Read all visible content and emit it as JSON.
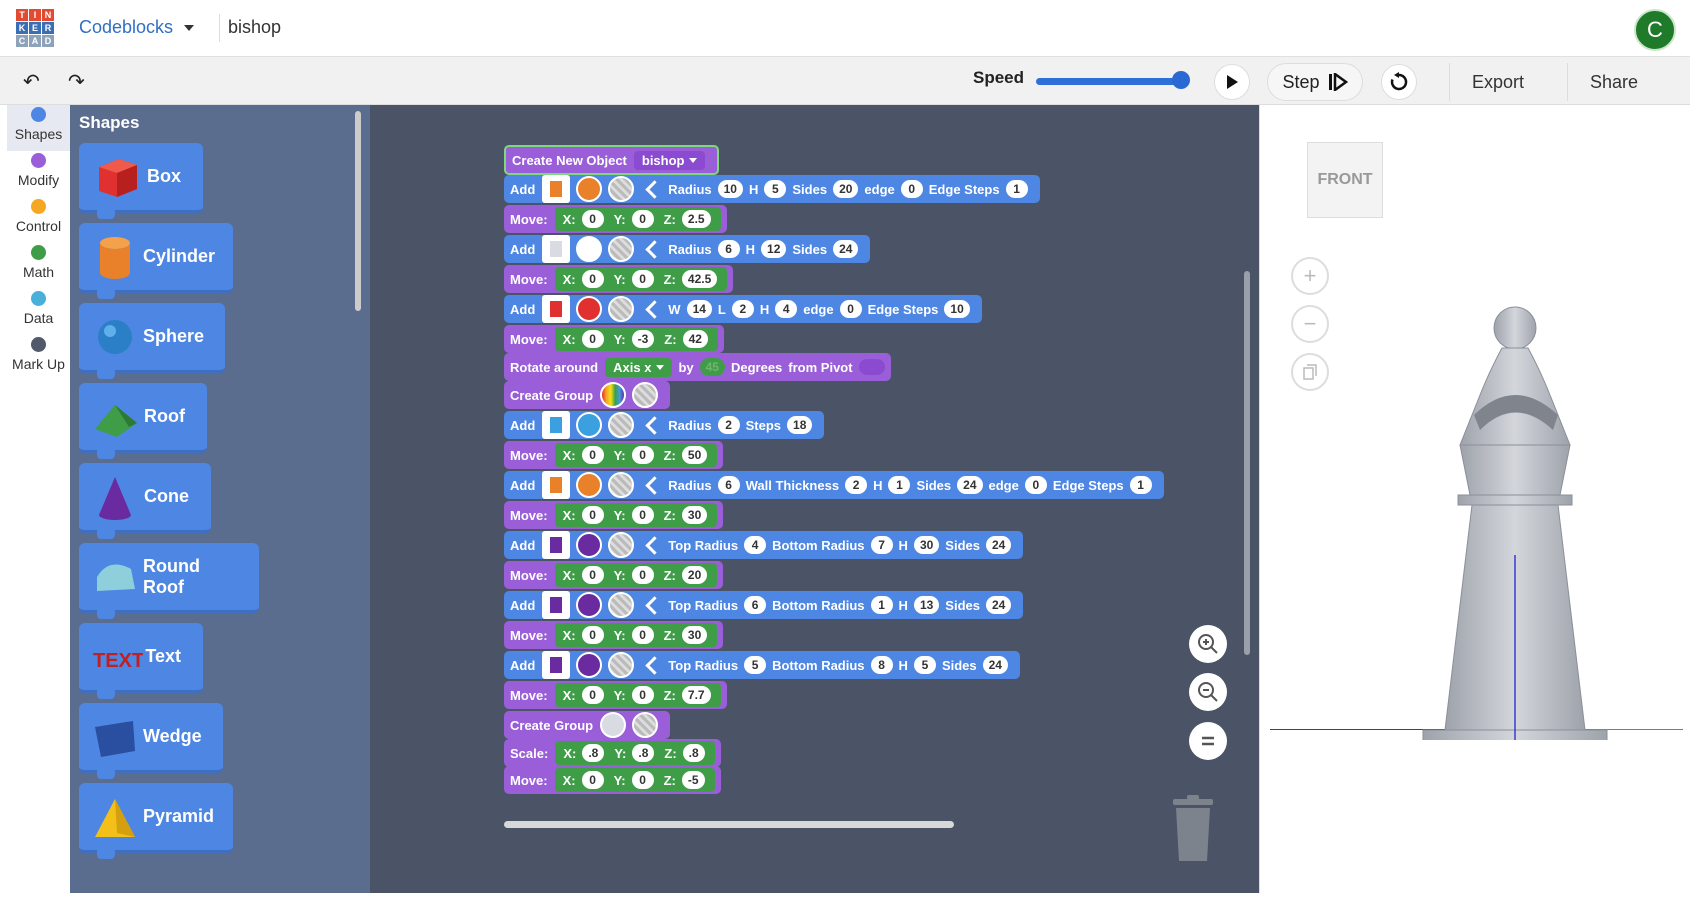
{
  "header": {
    "logo_letters": [
      "T",
      "I",
      "N",
      "K",
      "E",
      "R",
      "C",
      "A",
      "D"
    ],
    "logo_colors": [
      "#e34a32",
      "#e34a32",
      "#e34a32",
      "#3a6fb5",
      "#3a6fb5",
      "#3a6fb5",
      "#8ea3b9",
      "#8ea3b9",
      "#8ea3b9"
    ],
    "app_title": "Codeblocks",
    "doc_name": "bishop",
    "avatar_letter": "C"
  },
  "toolbar": {
    "undo_icon": "undo-arrow-icon",
    "redo_icon": "redo-arrow-icon",
    "speed_label": "Speed",
    "step_label": "Step",
    "export_label": "Export",
    "share_label": "Share"
  },
  "categories": [
    {
      "label": "Shapes",
      "color": "#4d86e3"
    },
    {
      "label": "Modify",
      "color": "#9a5ed8"
    },
    {
      "label": "Control",
      "color": "#f5a623"
    },
    {
      "label": "Math",
      "color": "#3f9d48"
    },
    {
      "label": "Data",
      "color": "#4ab0d9"
    },
    {
      "label": "Mark Up",
      "color": "#505a6a"
    }
  ],
  "flyout": {
    "title": "Shapes",
    "shapes": [
      {
        "label": "Box",
        "icon": "box-icon"
      },
      {
        "label": "Cylinder",
        "icon": "cylinder-icon"
      },
      {
        "label": "Sphere",
        "icon": "sphere-icon"
      },
      {
        "label": "Roof",
        "icon": "roof-icon"
      },
      {
        "label": "Cone",
        "icon": "cone-icon"
      },
      {
        "label": "Round Roof",
        "icon": "round-roof-icon"
      },
      {
        "label": "Text",
        "icon": "text-shape-icon"
      },
      {
        "label": "Wedge",
        "icon": "wedge-icon"
      },
      {
        "label": "Pyramid",
        "icon": "pyramid-icon"
      }
    ]
  },
  "program": {
    "create_object": {
      "label": "Create New Object",
      "name": "bishop"
    },
    "blocks": [
      {
        "kind": "add",
        "color": "#e8812a",
        "fields": [
          [
            "Radius",
            "10"
          ],
          [
            "H",
            "5"
          ],
          [
            "Sides",
            "20"
          ],
          [
            "edge",
            "0"
          ],
          [
            "Edge Steps",
            "1"
          ]
        ]
      },
      {
        "kind": "move",
        "x": "0",
        "y": "0",
        "z": "2.5"
      },
      {
        "kind": "add",
        "color": "#ffffff",
        "fields": [
          [
            "Radius",
            "6"
          ],
          [
            "H",
            "12"
          ],
          [
            "Sides",
            "24"
          ]
        ]
      },
      {
        "kind": "move",
        "x": "0",
        "y": "0",
        "z": "42.5"
      },
      {
        "kind": "add",
        "color": "#e0302f",
        "fields": [
          [
            "W",
            "14"
          ],
          [
            "L",
            "2"
          ],
          [
            "H",
            "4"
          ],
          [
            "edge",
            "0"
          ],
          [
            "Edge Steps",
            "10"
          ]
        ]
      },
      {
        "kind": "move",
        "x": "0",
        "y": "-3",
        "z": "42"
      },
      {
        "kind": "rotate",
        "label": "Rotate around",
        "axis": "Axis x",
        "by": "by",
        "degrees": "45",
        "deg_label": "Degrees",
        "pivot": "from Pivot"
      },
      {
        "kind": "group",
        "label": "Create Group",
        "rainbow": true
      },
      {
        "kind": "add",
        "color": "#3aa0df",
        "fields": [
          [
            "Radius",
            "2"
          ],
          [
            "Steps",
            "18"
          ]
        ]
      },
      {
        "kind": "move",
        "x": "0",
        "y": "0",
        "z": "50"
      },
      {
        "kind": "add",
        "color": "#e8812a",
        "fields": [
          [
            "Radius",
            "6"
          ],
          [
            "Wall Thickness",
            "2"
          ],
          [
            "H",
            "1"
          ],
          [
            "Sides",
            "24"
          ],
          [
            "edge",
            "0"
          ],
          [
            "Edge Steps",
            "1"
          ]
        ]
      },
      {
        "kind": "move",
        "x": "0",
        "y": "0",
        "z": "30"
      },
      {
        "kind": "add",
        "color": "#6a2aa0",
        "fields": [
          [
            "Top Radius",
            "4"
          ],
          [
            "Bottom Radius",
            "7"
          ],
          [
            "H",
            "30"
          ],
          [
            "Sides",
            "24"
          ]
        ]
      },
      {
        "kind": "move",
        "x": "0",
        "y": "0",
        "z": "20"
      },
      {
        "kind": "add",
        "color": "#6a2aa0",
        "fields": [
          [
            "Top Radius",
            "6"
          ],
          [
            "Bottom Radius",
            "1"
          ],
          [
            "H",
            "13"
          ],
          [
            "Sides",
            "24"
          ]
        ]
      },
      {
        "kind": "move",
        "x": "0",
        "y": "0",
        "z": "30"
      },
      {
        "kind": "add",
        "color": "#6a2aa0",
        "fields": [
          [
            "Top Radius",
            "5"
          ],
          [
            "Bottom Radius",
            "8"
          ],
          [
            "H",
            "5"
          ],
          [
            "Sides",
            "24"
          ]
        ]
      },
      {
        "kind": "move",
        "x": "0",
        "y": "0",
        "z": "7.7"
      },
      {
        "kind": "group",
        "label": "Create Group",
        "rainbow": false
      },
      {
        "kind": "scale",
        "label": "Scale:",
        "x": ".8",
        "y": ".8",
        "z": ".8"
      },
      {
        "kind": "move",
        "x": "0",
        "y": "0",
        "z": "-5"
      }
    ],
    "add_label": "Add",
    "move_label": "Move:"
  },
  "viewer": {
    "view_label": "FRONT"
  }
}
